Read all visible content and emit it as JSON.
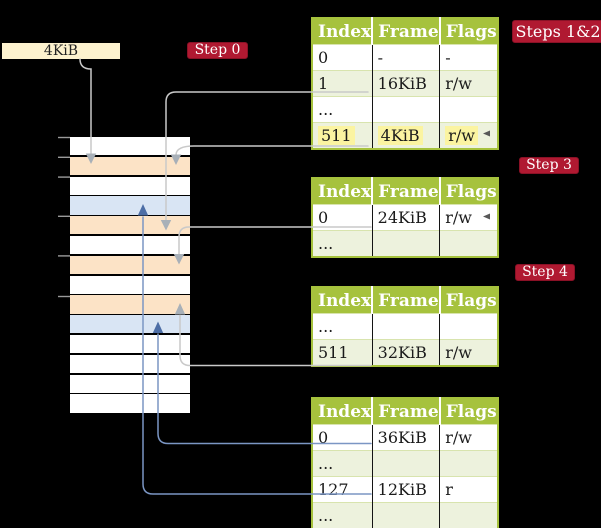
{
  "frame_size_label": {
    "text": "4KiB"
  },
  "step_labels": [
    {
      "text": "Step 0"
    },
    {
      "text": "Steps 1&2"
    },
    {
      "text": "Step 3"
    },
    {
      "text": "Step 4"
    }
  ],
  "page_tables": [
    {
      "name": "level-4-table",
      "columns": [
        "Index",
        "Frame",
        "Flags"
      ],
      "rows": [
        {
          "cells": [
            "0",
            "-",
            "-"
          ],
          "shaded": false,
          "highlight": false
        },
        {
          "cells": [
            "1",
            "16KiB",
            "r/w"
          ],
          "shaded": true,
          "highlight": false
        },
        {
          "cells": [
            "...",
            "",
            ""
          ],
          "shaded": false,
          "highlight": false
        },
        {
          "cells": [
            "511",
            "4KiB",
            "r/w"
          ],
          "shaded": true,
          "highlight": true
        }
      ]
    },
    {
      "name": "level-3-table",
      "columns": [
        "Index",
        "Frame",
        "Flags"
      ],
      "rows": [
        {
          "cells": [
            "0",
            "24KiB",
            "r/w"
          ],
          "shaded": false,
          "highlight": false
        },
        {
          "cells": [
            "...",
            "",
            ""
          ],
          "shaded": true,
          "highlight": false
        }
      ]
    },
    {
      "name": "level-2-table",
      "columns": [
        "Index",
        "Frame",
        "Flags"
      ],
      "rows": [
        {
          "cells": [
            "...",
            "",
            ""
          ],
          "shaded": false,
          "highlight": false
        },
        {
          "cells": [
            "511",
            "32KiB",
            "r/w"
          ],
          "shaded": true,
          "highlight": false
        }
      ]
    },
    {
      "name": "level-1-table",
      "columns": [
        "Index",
        "Frame",
        "Flags"
      ],
      "rows": [
        {
          "cells": [
            "0",
            "36KiB",
            "r/w"
          ],
          "shaded": false,
          "highlight": false
        },
        {
          "cells": [
            "...",
            "",
            ""
          ],
          "shaded": true,
          "highlight": false
        },
        {
          "cells": [
            "127",
            "12KiB",
            "r"
          ],
          "shaded": false,
          "highlight": false
        },
        {
          "cells": [
            "...",
            "",
            ""
          ],
          "shaded": true,
          "highlight": false
        }
      ]
    }
  ],
  "physical_memory": {
    "rows": [
      {
        "type": "white"
      },
      {
        "type": "peach"
      },
      {
        "type": "white"
      },
      {
        "type": "blue"
      },
      {
        "type": "peach"
      },
      {
        "type": "white"
      },
      {
        "type": "peach"
      },
      {
        "type": "white"
      },
      {
        "type": "peach"
      },
      {
        "type": "blue"
      },
      {
        "type": "white"
      },
      {
        "type": "white"
      },
      {
        "type": "white"
      },
      {
        "type": "white"
      }
    ]
  },
  "colors": {
    "background": "#000000",
    "frame_peach": "#fce3c6",
    "frame_blue": "#d9e5f4",
    "cream": "#fdf2ce",
    "table_green": "#a6c23d",
    "row_green": "#edf2dd",
    "row_line": "#d8e4ae",
    "highlight_yellow": "#fbf4a1",
    "label_red": "#b01931",
    "label_red_border": "#8a1126",
    "gray_line": "#c9c9c9",
    "gray_arrow": "#a8b0b8",
    "blue_line": "#7b96c4",
    "blue_arrow": "#4d6ea6",
    "tick_gray": "#9a9a9a"
  }
}
